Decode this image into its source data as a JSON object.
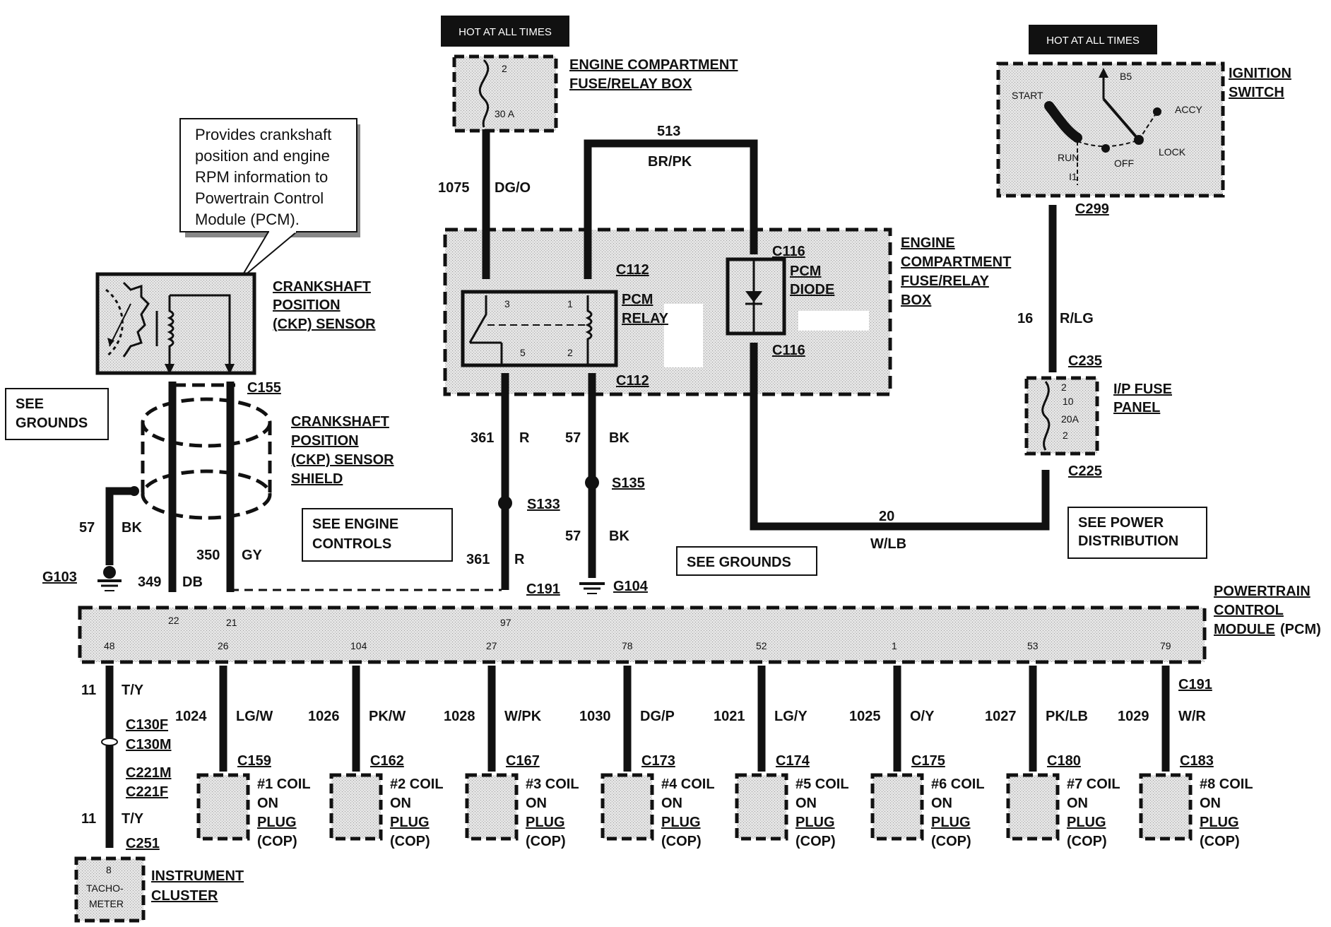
{
  "hot_labels": {
    "top_center": "HOT AT ALL TIMES",
    "top_right": "HOT AT ALL TIMES"
  },
  "callout": [
    "Provides crankshaft",
    "position and engine",
    "RPM information to",
    "Powertrain Control",
    "Module (PCM)."
  ],
  "fuse_top": {
    "pin": "2",
    "amp": "30 A",
    "title1": "ENGINE COMPARTMENT",
    "title2": "FUSE/RELAY  BOX"
  },
  "ignition": {
    "title1": "IGNITION",
    "title2": "SWITCH",
    "start": "START",
    "b5": "B5",
    "accy": "ACCY",
    "run": "RUN",
    "off": "OFF",
    "lock": "LOCK",
    "i1": "I1"
  },
  "ckp": {
    "title1": "CRANKSHAFT",
    "title2": "POSITION",
    "title3": "(CKP) SENSOR"
  },
  "shield": {
    "t1": "CRANKSHAFT",
    "t2": "POSITION",
    "t3": "(CKP) SENSOR",
    "t4": "SHIELD"
  },
  "box_main": {
    "t1": "ENGINE",
    "t2": "COMPARTMENT",
    "t3": "FUSE/RELAY",
    "t4": "BOX"
  },
  "relay": {
    "t1": "PCM",
    "t2": "RELAY",
    "p3": "3",
    "p1": "1",
    "p5": "5",
    "p2": "2"
  },
  "diode": {
    "t1": "PCM",
    "t2": "DIODE"
  },
  "ip_fuse": {
    "t1": "I/P FUSE",
    "t2": "PANEL",
    "p1": "2",
    "num": "10",
    "amp": "20A",
    "p2": "2"
  },
  "see": {
    "grounds_left_1": "SEE",
    "grounds_left_2": "GROUNDS",
    "engine_1": "SEE ENGINE",
    "engine_2": "CONTROLS",
    "grounds_mid": "SEE GROUNDS",
    "power_1": "SEE POWER",
    "power_2": "DISTRIBUTION"
  },
  "pcm": {
    "t1": "POWERTRAIN",
    "t2": "CONTROL",
    "t3": "MODULE",
    "t4": "(PCM)"
  },
  "connectors": {
    "c112a": "C112",
    "c112b": "C112",
    "c116a": "C116",
    "c116b": "C116",
    "c155": "C155",
    "c299": "C299",
    "c235": "C235",
    "c225": "C225",
    "s133": "S133",
    "s135": "S135",
    "c191a": "C191",
    "c191b": "C191",
    "g103": "G103",
    "g104": "G104",
    "c130f": "C130F",
    "c130m": "C130M",
    "c221m": "C221M",
    "c221f": "C221F",
    "c251": "C251"
  },
  "wires": {
    "w1075n": "1075",
    "w1075c": "DG/O",
    "w513n": "513",
    "w513c": "BR/PK",
    "w16n": "16",
    "w16c": "R/LG",
    "w20n": "20",
    "w20c": "W/LB",
    "w361an": "361",
    "w361ac": "R",
    "w361bn": "361",
    "w361bc": "R",
    "w57an": "57",
    "w57ac": "BK",
    "w57bn": "57",
    "w57bc": "BK",
    "w57cn": "57",
    "w57cc": "BK",
    "w350n": "350",
    "w350c": "GY",
    "w349n": "349",
    "w349c": "DB",
    "w11an": "11",
    "w11ac": "T/Y",
    "w11bn": "11",
    "w11bc": "T/Y"
  },
  "pcm_pins_top": [
    "22",
    "21",
    "97"
  ],
  "coils": [
    {
      "pin": "26",
      "num": "1024",
      "color": "LG/W",
      "conn": "C159",
      "name": "#1 COIL"
    },
    {
      "pin": "104",
      "num": "1026",
      "color": "PK/W",
      "conn": "C162",
      "name": "#2 COIL"
    },
    {
      "pin": "27",
      "num": "1028",
      "color": "W/PK",
      "conn": "C167",
      "name": "#3 COIL"
    },
    {
      "pin": "78",
      "num": "1030",
      "color": "DG/P",
      "conn": "C173",
      "name": "#4 COIL"
    },
    {
      "pin": "52",
      "num": "1021",
      "color": "LG/Y",
      "conn": "C174",
      "name": "#5 COIL"
    },
    {
      "pin": "1",
      "num": "1025",
      "color": "O/Y",
      "conn": "C175",
      "name": "#6 COIL"
    },
    {
      "pin": "53",
      "num": "1027",
      "color": "PK/LB",
      "conn": "C180",
      "name": "#7 COIL"
    },
    {
      "pin": "79",
      "num": "1029",
      "color": "W/R",
      "conn": "C183",
      "name": "#8 COIL"
    }
  ],
  "coil_common": {
    "l2": "ON",
    "l3": "PLUG",
    "l4": "(COP)"
  },
  "tach": {
    "pin_pcm": "48",
    "pin": "8",
    "t1": "TACHO-",
    "t2": "METER",
    "title1": "INSTRUMENT",
    "title2": "CLUSTER"
  }
}
